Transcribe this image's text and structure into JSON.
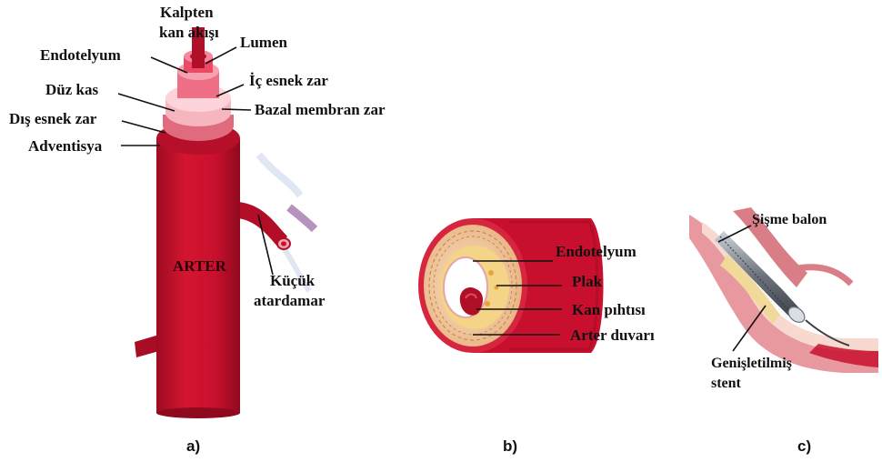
{
  "panel_a": {
    "labels": {
      "kalpten_line1": "Kalpten",
      "kalpten_line2": "kan akışı",
      "lumen": "Lumen",
      "endotelyum": "Endotelyum",
      "ic_esnek_zar": "İç esnek zar",
      "duz_kas": "Düz kas",
      "bazal_membran_zar": "Bazal membran zar",
      "dis_esnek_zar": "Dış esnek zar",
      "adventisya": "Adventisya",
      "arter": "ARTER",
      "kucuk_line1": "Küçük",
      "kucuk_line2": "atardamar"
    },
    "caption": "a)"
  },
  "panel_b": {
    "labels": {
      "endotelyum": "Endotelyum",
      "plak": "Plak",
      "kan_pihtisi": "Kan pıhtısı",
      "arter_duvari": "Arter duvarı"
    },
    "caption": "b)"
  },
  "panel_c": {
    "labels": {
      "sisme_balon": "Şişme balon",
      "genis_line1": "Genişletilmiş",
      "genis_line2": "stent"
    },
    "caption": "c)"
  },
  "colors": {
    "artery_red": "#c8102e",
    "artery_dark": "#9e0c22",
    "wall_pink": "#f28b9a",
    "lumen_dark": "#b00f28"
  }
}
